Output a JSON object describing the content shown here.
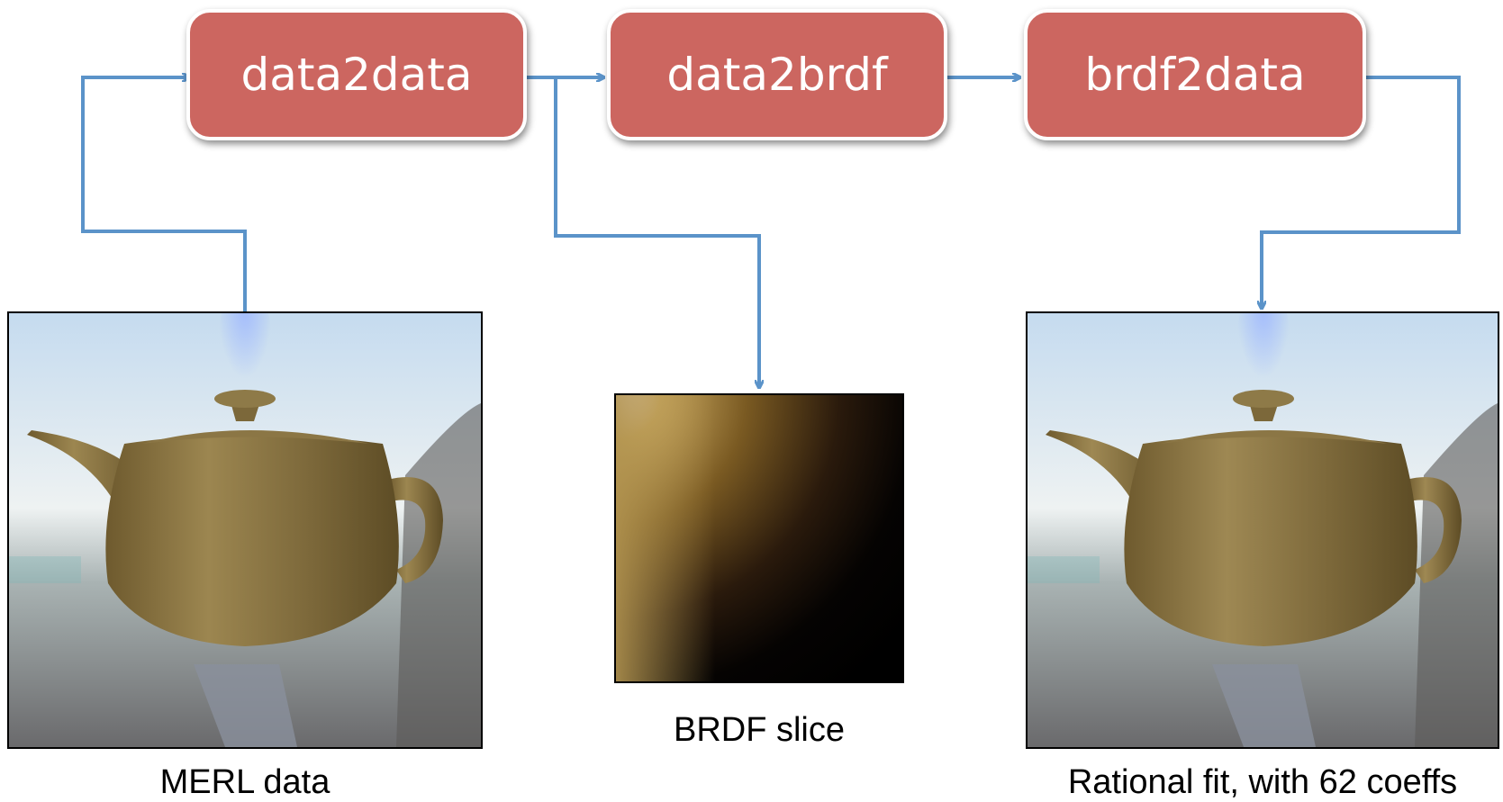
{
  "boxes": {
    "data2data": "data2data",
    "data2brdf": "data2brdf",
    "brdf2data": "brdf2data"
  },
  "captions": {
    "merl": "MERL data",
    "slice": "BRDF slice",
    "rational": "Rational fit, with 62 coeffs"
  },
  "colors": {
    "box_fill": "#cc6660",
    "arrow": "#5b93c9",
    "teapot": "#8b7340",
    "sky": "#d8e6f2"
  },
  "icons": {
    "merl_image": "teapot-render",
    "slice_image": "brdf-slice-image",
    "rational_image": "teapot-render"
  }
}
